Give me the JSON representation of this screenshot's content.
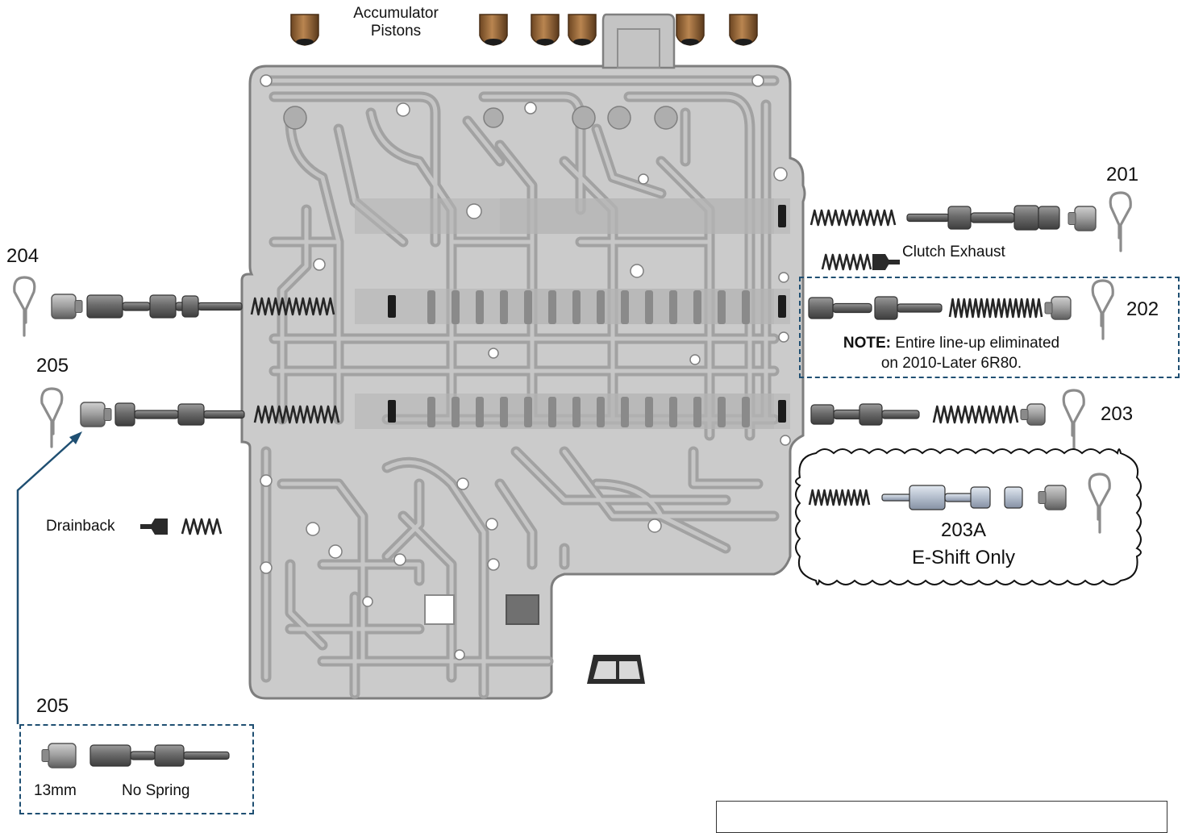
{
  "labels": {
    "accumulator_line1": "Accumulator",
    "accumulator_line2": "Pistons",
    "n201": "201",
    "n202": "202",
    "n203": "203",
    "n204": "204",
    "n205_top": "205",
    "n205_bottom": "205",
    "clutch_exhaust": "Clutch Exhaust",
    "note_bold": "NOTE:",
    "note_line1": "Entire line-up eliminated",
    "note_line2": "on 2010-Later 6R80.",
    "n203a": "203A",
    "eshift": "E-Shift Only",
    "drainback": "Drainback",
    "mm13": "13mm",
    "no_spring": "No Spring"
  },
  "colors": {
    "body": "#c9c9c9",
    "body_edge": "#8a8a8a",
    "channel": "#9d9d9d",
    "spool": "#6f6f6f",
    "spool_dark": "#4a4a4a",
    "piston": "#9a6a3c",
    "piston_dark": "#3a2a1c",
    "callout": "#1f4f72",
    "eshift_spool": "#b8c2d2"
  },
  "icons": [
    "valve-body",
    "accumulator-piston-icon",
    "spring-icon",
    "valve-spool-icon",
    "retainer-clip-icon",
    "check-ball-icon",
    "filter-screen-icon"
  ]
}
